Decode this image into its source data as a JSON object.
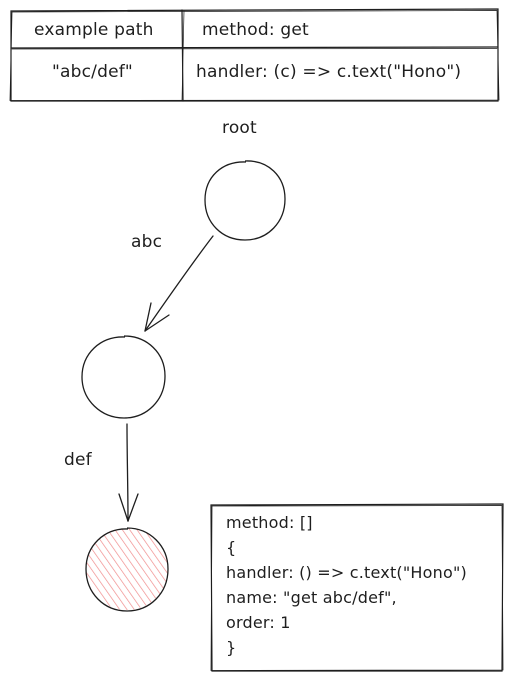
{
  "table": {
    "headers": [
      "example path",
      "method: get"
    ],
    "row": [
      "\"abc/def\"",
      "handler: (c) => c.text(\"Hono\")"
    ]
  },
  "tree": {
    "root_label": "root",
    "edges": [
      {
        "label": "abc"
      },
      {
        "label": "def"
      }
    ]
  },
  "info_box": {
    "lines": [
      "method: []",
      "{",
      "handler: () => c.text(\"Hono\")",
      "name: \"get abc/def\",",
      "order: 1",
      "}"
    ]
  },
  "colors": {
    "stroke": "#1e1e1e",
    "leaf_fill_hatch": "#f08c8c"
  }
}
